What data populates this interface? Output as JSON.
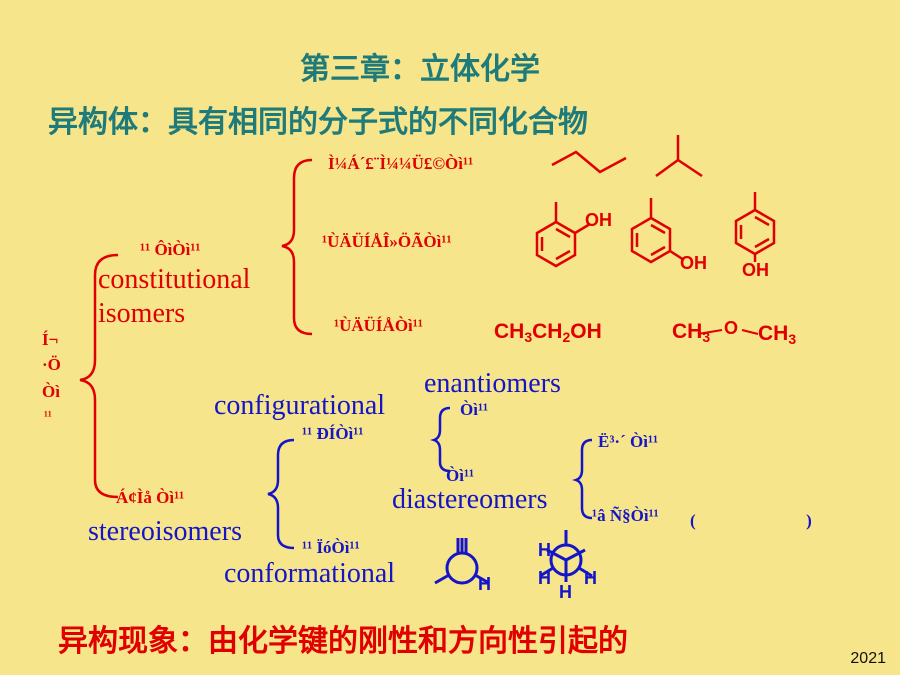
{
  "title": "第三章：立体化学",
  "definition": "异构体：具有相同的分子式的不同化合物",
  "phenomenon": "异构现象：由化学键的刚性和方向性引起的",
  "year": "2021",
  "root": {
    "garbled_line1": "Í¬",
    "garbled_line2": "·Ö",
    "garbled_line3": "Òì",
    "garbled_line4": "¹¹"
  },
  "constitutional": {
    "garbled": "¹¹ ÔìÒì¹¹",
    "label_line1": "constitutional",
    "label_line2": "isomers",
    "children": [
      {
        "garbled": "Ì¼Á´£¨Ì¼¼Ü£©Òì¹¹"
      },
      {
        "garbled": "¹ÙÄÜÍÅÎ»ÖÃÒì¹¹"
      },
      {
        "garbled": "¹ÙÄÜÍÅÒì¹¹"
      }
    ],
    "formula1": {
      "a": "CH",
      "a_sub": "3",
      "b": "CH",
      "b_sub": "2",
      "c": "OH"
    },
    "formula2": {
      "a": "CH",
      "a_sub": "3",
      "b": "O",
      "c": "CH",
      "c_sub": "3"
    },
    "oh_label": "OH"
  },
  "stereo": {
    "garbled": "Á¢Ìå Òì¹¹",
    "label": "stereoisomers",
    "configurational": {
      "label": "configurational",
      "garbled": "¹¹ ÐÍÒì¹¹",
      "enantiomers": {
        "label": "enantiomers",
        "garbled": "    Òì¹¹"
      },
      "diastereomers": {
        "label": "diastereomers",
        "garbled": "      Òì¹¹",
        "children": [
          {
            "garbled": "Ë³·´ Òì¹¹"
          },
          {
            "garbled": "¹â Ñ§Òì¹¹",
            "extra": "( 　 　 　 　 　 )"
          }
        ]
      }
    },
    "conformational": {
      "label": "conformational",
      "garbled": "¹¹ ÏóÒì¹¹",
      "h_label": "H"
    }
  },
  "colors": {
    "background": "#f6e58a",
    "teal": "#1f7a7a",
    "red": "#e00000",
    "blue": "#1515c8"
  }
}
